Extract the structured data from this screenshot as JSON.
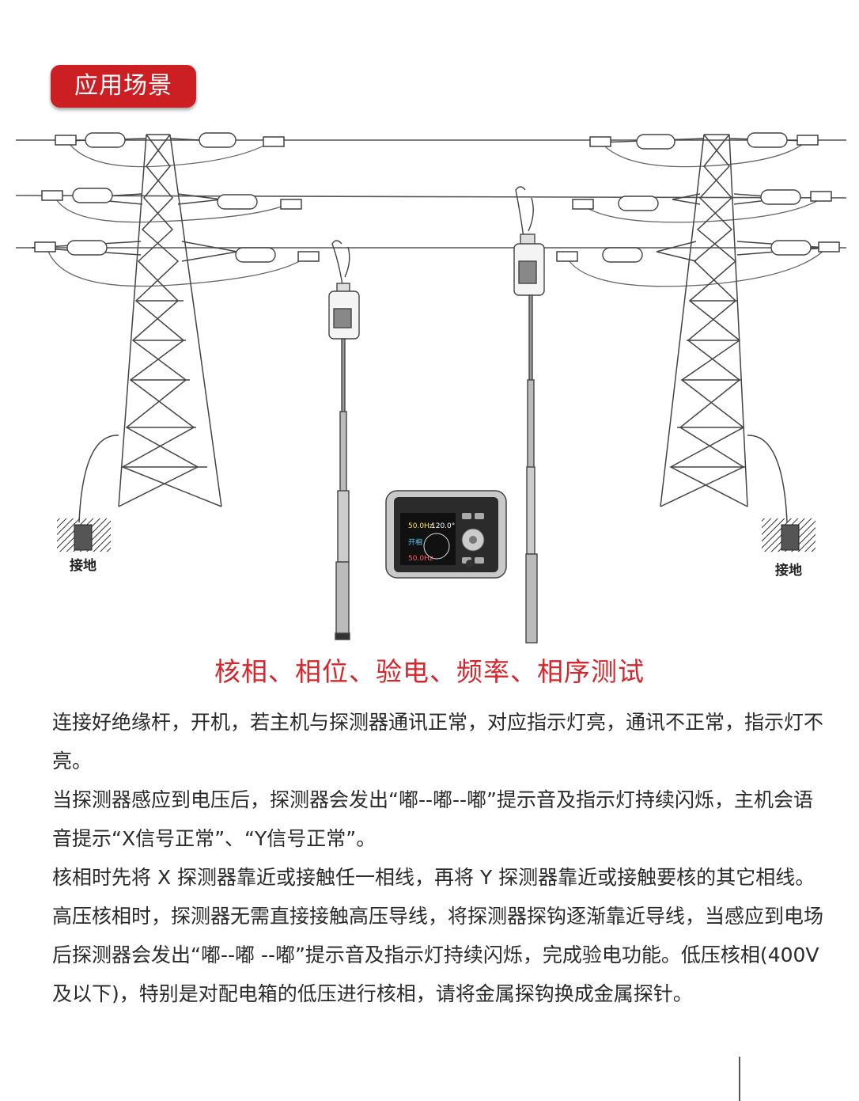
{
  "header": {
    "badge_label": "应用场景"
  },
  "scene": {
    "ground_left": "接地",
    "ground_right": "接地",
    "meter_screen": {
      "freq": "50.0Hz",
      "angle": "120.0°",
      "status": "开相",
      "freq2": "50.0Hz"
    }
  },
  "caption": "核相、相位、验电、频率、相序测试",
  "paragraphs": [
    "连接好绝缘杆，开机，若主机与探测器通讯正常，对应指示灯亮，通讯不正常，指示灯不亮。",
    "当探测器感应到电压后，探测器会发出“嘟--嘟--嘟”提示音及指示灯持续闪烁，主机会语音提示“X信号正常”、“Y信号正常”。",
    "核相时先将 X 探测器靠近或接触任一相线，再将 Y 探测器靠近或接触要核的其它相线。高压核相时，探测器无需直接接触高压导线，将探测器探钩逐渐靠近导线，当感应到电场后探测器会发出“嘟--嘟 --嘟”提示音及指示灯持续闪烁，完成验电功能。低压核相(400V 及以下)，特别是对配电箱的低压进行核相，请将金属探钩换成金属探针。"
  ]
}
